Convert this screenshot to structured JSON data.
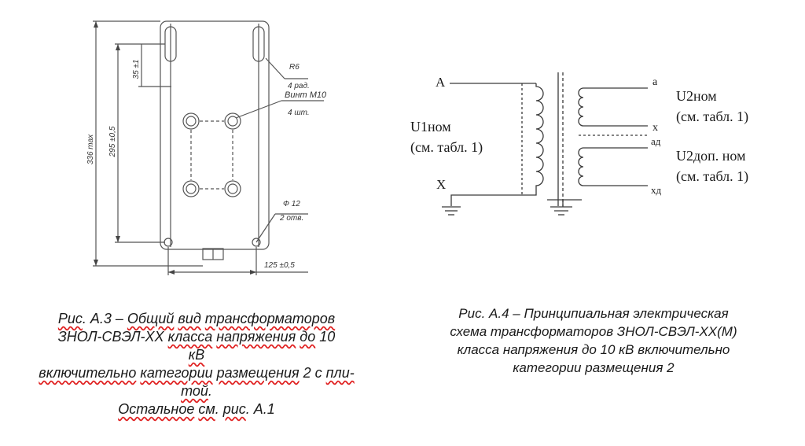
{
  "fig_a3": {
    "dims": {
      "height_max": "336 max",
      "height_inner": "295 ±0,5",
      "top_offset": "35 ±1",
      "width_bottom": "125 ±0,5"
    },
    "labels": {
      "radius": "R6",
      "radius_qty": "4 рад.",
      "screw": "Винт М10",
      "screw_qty": "4 шт.",
      "hole": "Ф 12",
      "hole_qty": "2 отв."
    },
    "caption": {
      "w1": "Рис",
      "t1": ". А.3 – ",
      "w2": "Общий",
      "t2": " ",
      "w3": "вид",
      "t3": " ",
      "w4": "трансформаторов",
      "t4": "ЗНОЛ-СВЭЛ-ХХ ",
      "w5": "класса",
      "t5": " ",
      "w6": "напряжения",
      "t6": " ",
      "w7": "до",
      "t7": " 10",
      "w8": "кВ",
      "w9": "включительно",
      "t9": " ",
      "w10": "категории",
      "t10": " ",
      "w11": "размещения",
      "t11": " 2 с ",
      "w12": "пли-",
      "w13": "той",
      "t13": ".",
      "w14": "Остальное",
      "t14": " ",
      "w15": "см",
      "t15": ". ",
      "w16": "рис",
      "t16": ". А.1"
    }
  },
  "fig_a4": {
    "labels": {
      "A": "А",
      "X": "Х",
      "a": "а",
      "x": "х",
      "ad": "ад",
      "xd": "хд",
      "u1": "U1ном",
      "u1_ref": "(см. табл. 1)",
      "u2": "U2ном",
      "u2_ref": "(см. табл. 1)",
      "u2d": "U2доп. ном",
      "u2d_ref": "(см. табл. 1)"
    },
    "caption": {
      "line1": "Рис. А.4 – Принципиальная электрическая",
      "line2": "схема трансформаторов ЗНОЛ-СВЭЛ-ХХ(М)",
      "line3": "класса напряжения до 10 кВ включительно",
      "line4": "категории размещения 2"
    }
  }
}
